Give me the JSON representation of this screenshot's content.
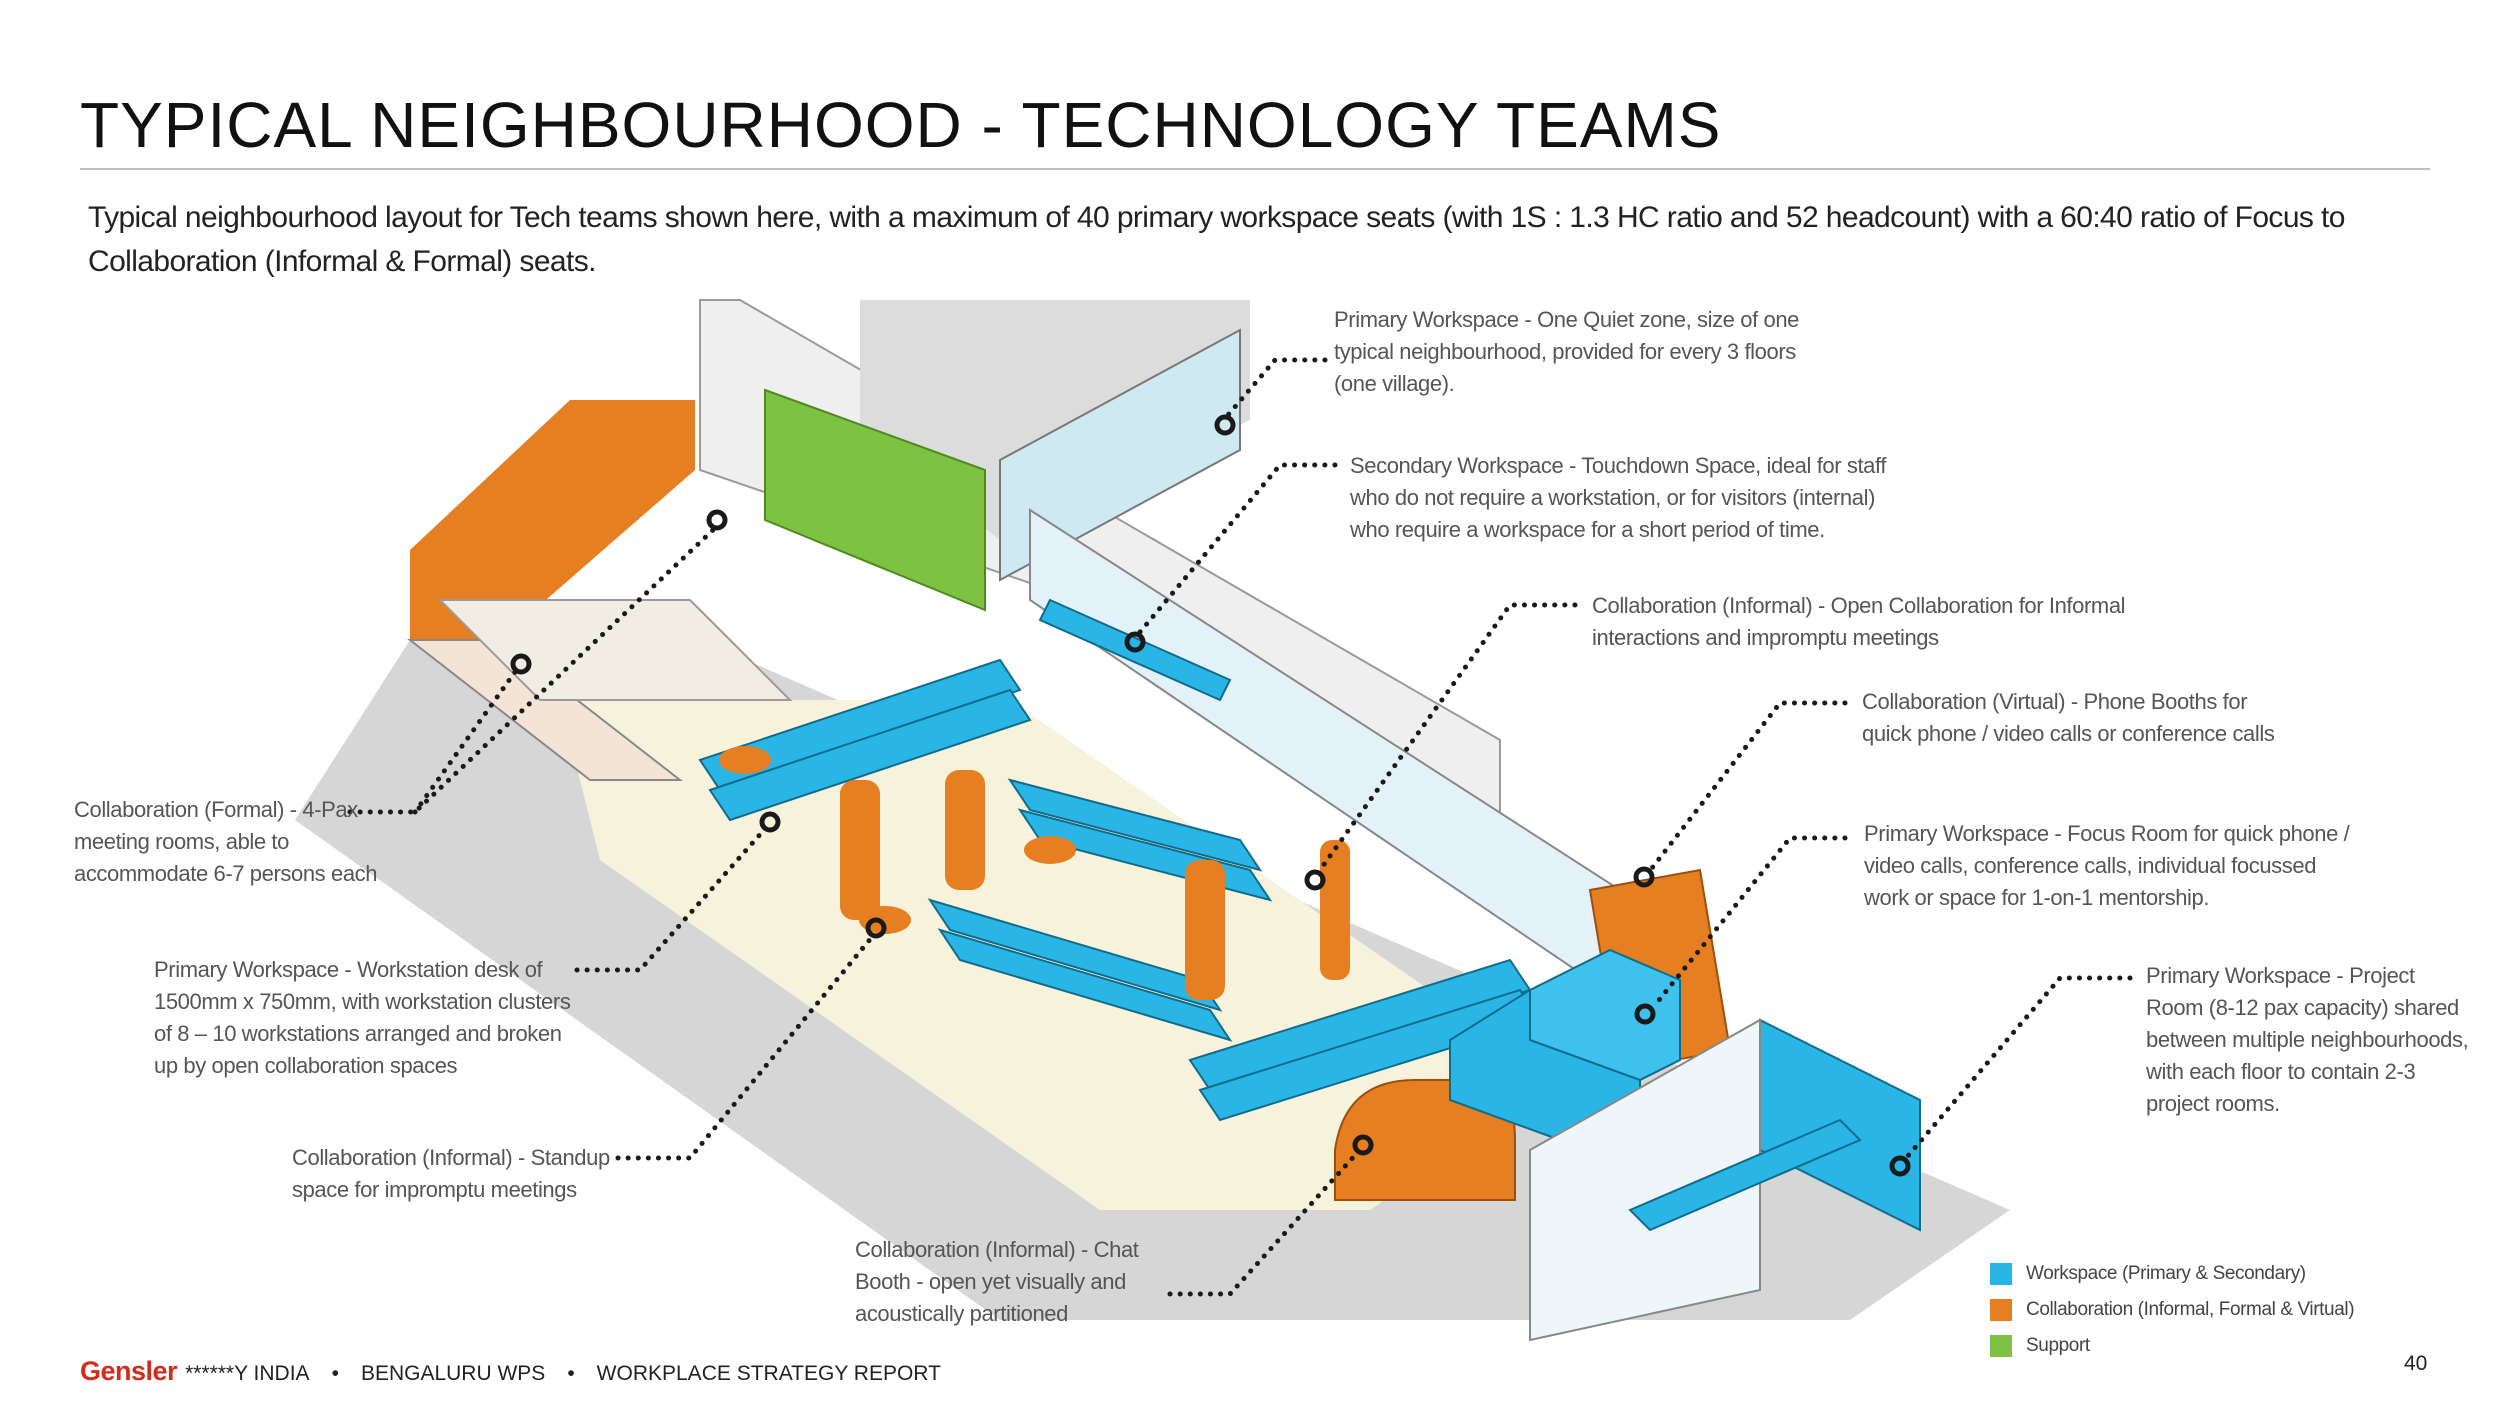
{
  "page": {
    "title": "TYPICAL NEIGHBOURHOOD - TECHNOLOGY TEAMS",
    "intro": "Typical neighbourhood layout for Tech teams shown here, with a maximum of 40 primary workspace seats (with 1S : 1.3 HC ratio and 52 headcount) with a 60:40 ratio of Focus to Collaboration (Informal & Formal) seats."
  },
  "callouts": {
    "quiet_zone": "Primary Workspace - One Quiet zone, size of one typical neighbourhood, provided for every 3 floors (one village).",
    "touchdown": "Secondary Workspace - Touchdown Space, ideal for staff who do not require a workstation, or for visitors (internal) who require a workspace for a short period of time.",
    "open_collab": "Collaboration (Informal) - Open Collaboration for Informal interactions and impromptu meetings",
    "phone_booths": "Collaboration (Virtual)  - Phone Booths for quick phone / video calls or conference calls",
    "focus_room": "Primary Workspace - Focus Room for quick phone / video calls, conference calls, individual focussed work or space for 1-on-1 mentorship.",
    "project_room": "Primary Workspace - Project Room (8-12 pax capacity) shared between multiple neighbourhoods, with each floor to contain 2-3 project rooms.",
    "meeting_rooms": "Collaboration (Formal) - 4-Pax meeting rooms, able to accommodate 6-7 persons each",
    "workstations": "Primary Workspace - Workstation desk of 1500mm x 750mm, with workstation clusters of 8 – 10 workstations arranged and broken up by open collaboration spaces",
    "standup": "Collaboration (Informal) - Standup space for impromptu meetings",
    "chat_booth": "Collaboration (Informal) - Chat Booth - open yet visually and acoustically partitioned"
  },
  "legend": [
    {
      "label": "Workspace (Primary & Secondary)",
      "color": "#29b6e6"
    },
    {
      "label": "Collaboration (Informal, Formal & Virtual)",
      "color": "#e67e22"
    },
    {
      "label": "Support",
      "color": "#7dc243"
    }
  ],
  "colors": {
    "workspace": "#29b6e6",
    "collaboration": "#e67e22",
    "support": "#7dc243",
    "floor": "#d6d6d6",
    "carpet": "#f7f2dc"
  },
  "footer": {
    "brand": "Gensler",
    "client": "******Y  INDIA",
    "sep1": "•",
    "location": "BENGALURU  WPS",
    "sep2": "•",
    "report": "WORKPLACE  STRATEGY  REPORT",
    "page_number": "40"
  },
  "icons": {
    "marker": "circle-marker-icon",
    "legend_swatch": "square-swatch-icon"
  }
}
